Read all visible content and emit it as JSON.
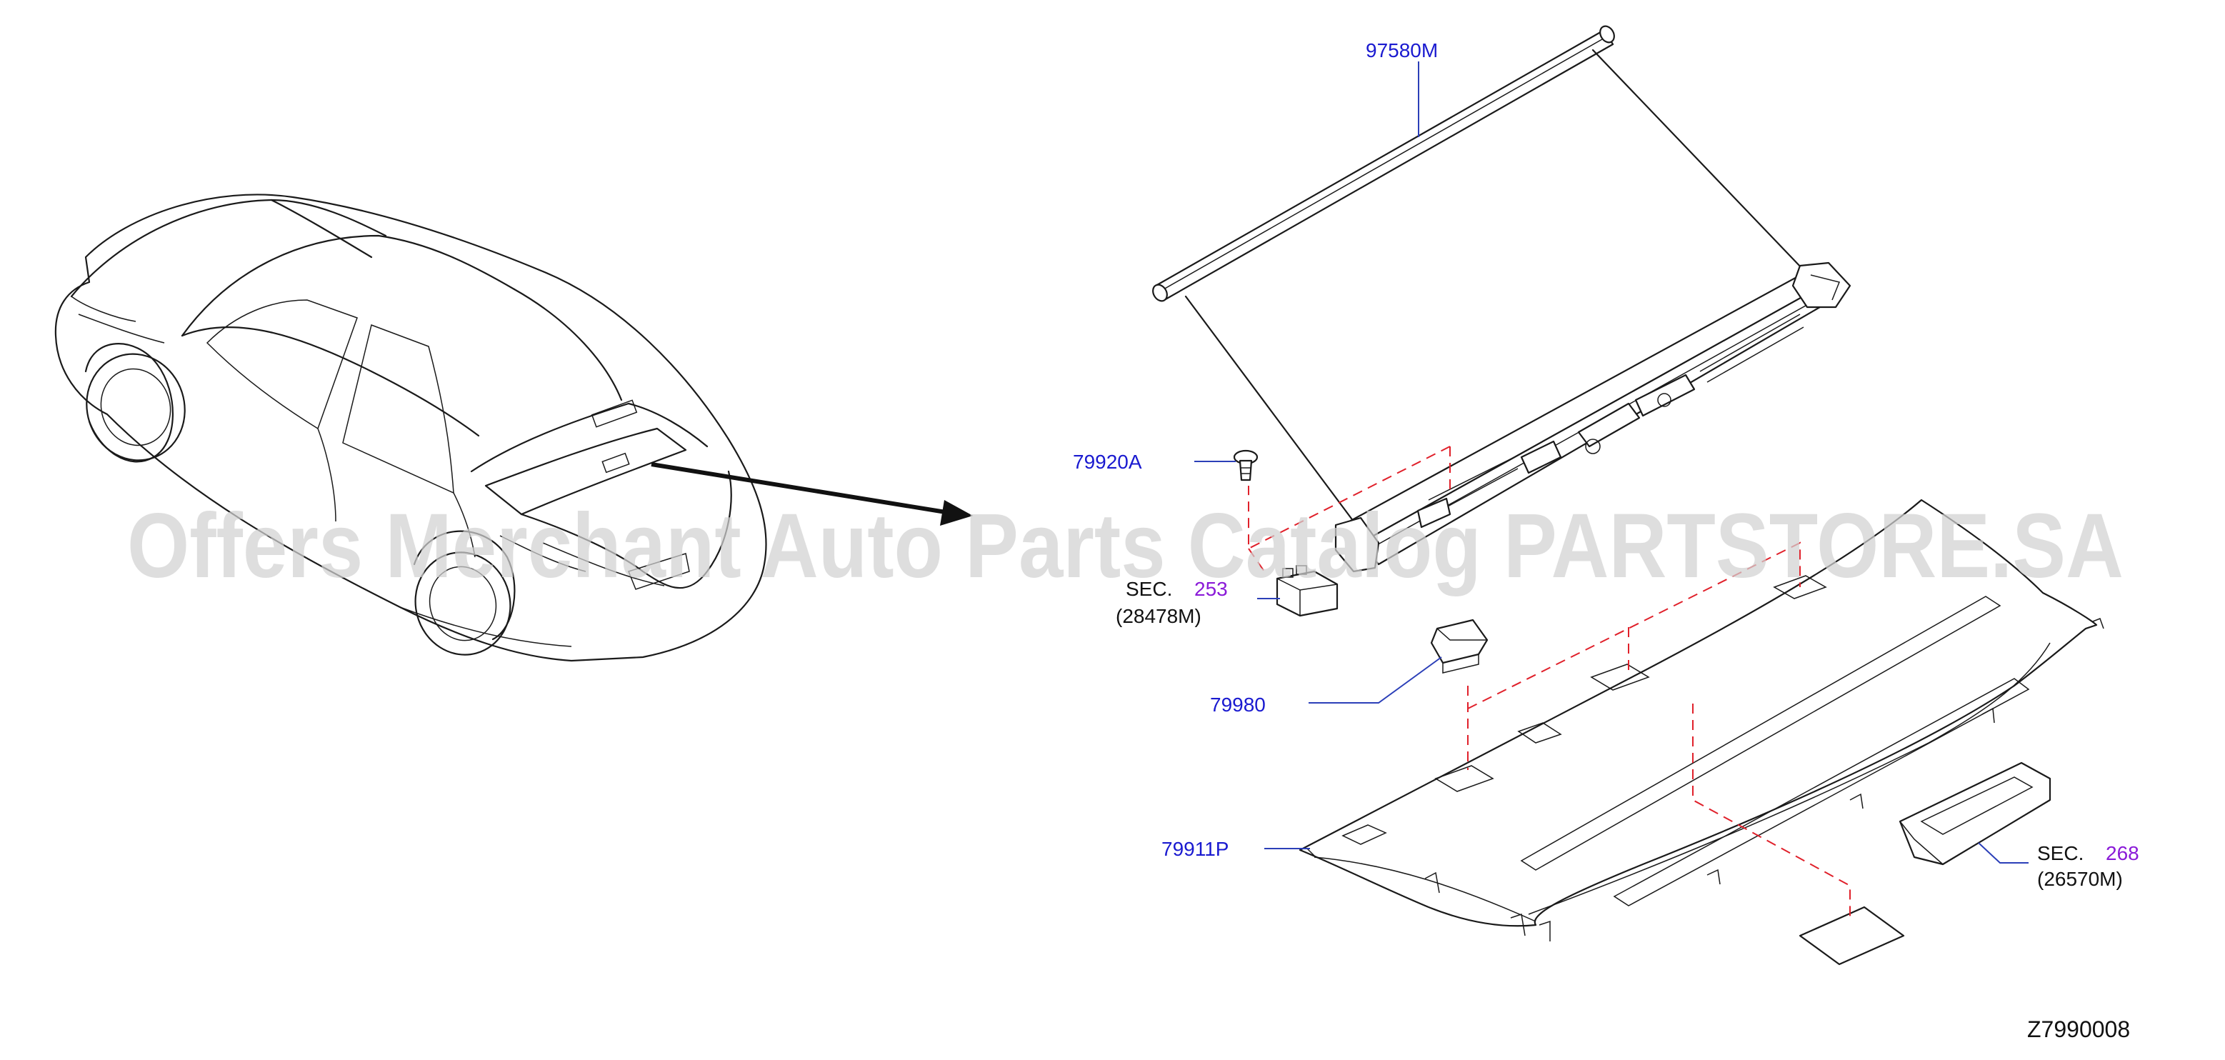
{
  "labels": {
    "shade_roller": "97580M",
    "clip": "79920A",
    "sec_253_prefix": "SEC.",
    "sec_253_number": "253",
    "sec_253_ref": "(28478M)",
    "cover": "79980",
    "rear_parcel_shelf": "79911P",
    "sec_268_prefix": "SEC.",
    "sec_268_number": "268",
    "sec_268_ref": "(26570M)",
    "diagram_code": "Z7990008"
  },
  "watermark": "Offers Merchant Auto Parts Catalog PARTSTORE.SA",
  "colors": {
    "part_number": "#1a1ad0",
    "section_number": "#8a1ad8",
    "leader_line": "#2b3fb8",
    "dashed_guide": "#e0202a",
    "line_art": "#1a1a1a",
    "watermark": "#d2d2d2"
  }
}
